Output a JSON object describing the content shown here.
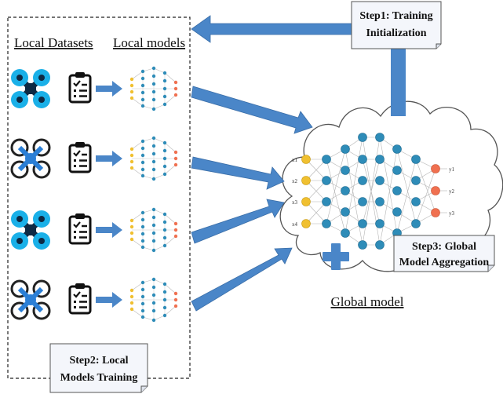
{
  "labels": {
    "local_datasets": "Local Datasets",
    "local_models": "Local models",
    "global_model": "Global model"
  },
  "steps": {
    "step1": {
      "line1": "Step1: Training",
      "line2": "Initialization"
    },
    "step2": {
      "line1": "Step2: Local",
      "line2": "Models Training"
    },
    "step3": {
      "line1": "Step3: Global",
      "line2": "Model Aggregation"
    }
  },
  "network": {
    "inputs": [
      "x1",
      "x2",
      "x3",
      "x4"
    ],
    "outputs": [
      "y1",
      "y2",
      "y3"
    ]
  },
  "colors": {
    "arrow": "#4a86c8",
    "drone_dark": "#0e2a44",
    "drone_cyan": "#1ab0e8",
    "drone_blue": "#2b7fd6",
    "input_node": "#f0c030",
    "hidden_node": "#2e8cb8",
    "output_node": "#f07050",
    "callout_fill": "#f4f6fb"
  },
  "icons": [
    "drone-icon",
    "clipboard-checklist-icon",
    "neural-network-icon",
    "plus-icon",
    "cloud-shape"
  ]
}
